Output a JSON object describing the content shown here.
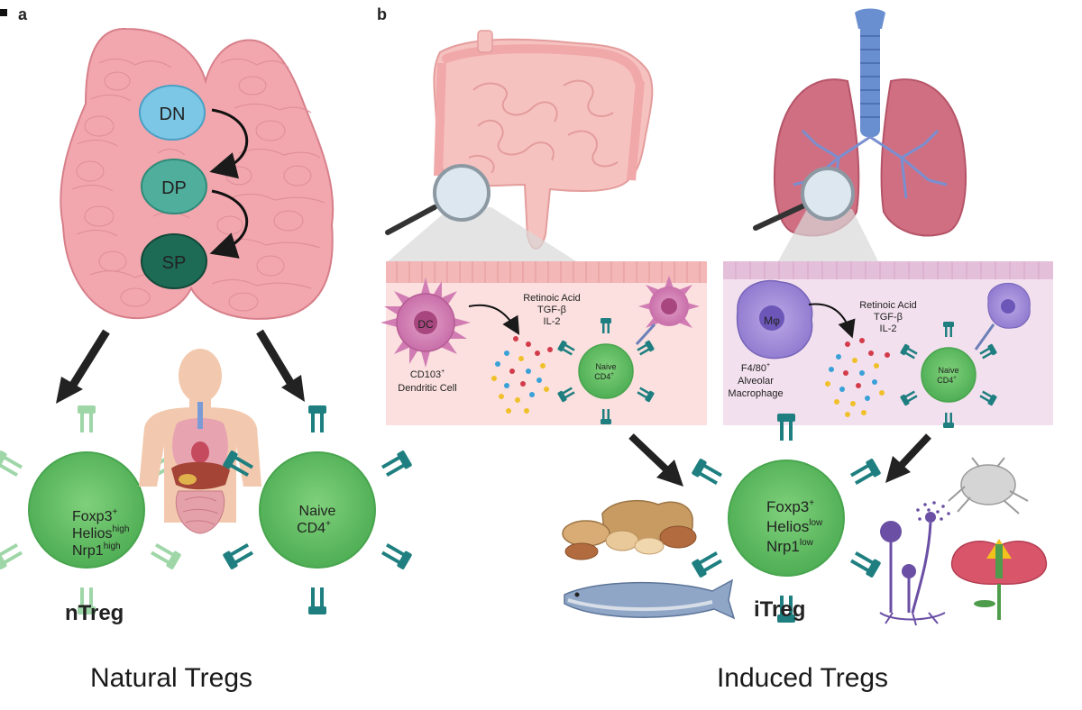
{
  "panels": {
    "a": {
      "letter": "a"
    },
    "b": {
      "letter": "b"
    }
  },
  "thymus": {
    "stages": [
      "DN",
      "DP",
      "SP"
    ]
  },
  "ntreg_cell": {
    "line1": "Foxp3",
    "line1_sup": "+",
    "line2": "Helios",
    "line2_sup": "high",
    "line3": "Nrp1",
    "line3_sup": "high",
    "label": "nTreg"
  },
  "naive_large": {
    "line1": "Naive",
    "line2": "CD4",
    "line2_sup": "+"
  },
  "gut_inset": {
    "cell_label": "DC",
    "cell_caption1": "CD103",
    "cell_caption1_sup": "+",
    "cell_caption2": "Dendritic Cell",
    "signal1": "Retinoic Acid",
    "signal2": "TGF-β",
    "signal3": "IL-2",
    "naive1": "Naive",
    "naive2": "CD4",
    "naive2_sup": "+"
  },
  "lung_inset": {
    "cell_label": "Mφ",
    "cell_caption1": "F4/80",
    "cell_caption1_sup": "+",
    "cell_caption2": "Alveolar",
    "cell_caption3": "Macrophage",
    "signal1": "Retinoic Acid",
    "signal2": "TGF-β",
    "signal3": "IL-2",
    "naive1": "Naive",
    "naive2": "CD4",
    "naive2_sup": "+"
  },
  "itreg_cell": {
    "line1": "Foxp3",
    "line1_sup": "+",
    "line2": "Helios",
    "line2_sup": "low",
    "line3": "Nrp1",
    "line3_sup": "low",
    "label": "iTreg"
  },
  "captions": {
    "left": "Natural Tregs",
    "right": "Induced Tregs"
  },
  "colors": {
    "organ_pink": "#f2a7ae",
    "organ_outline": "#d77f8a",
    "dn": "#7cc7e6",
    "dp": "#4fae9c",
    "sp": "#1d6b55",
    "cell_green": "#6cc36c",
    "receptor_teal": "#1f7f80",
    "receptor_pale": "#9fd6a8",
    "gut_bg": "#fbe0df",
    "lung_bg": "#f3e0ee"
  }
}
